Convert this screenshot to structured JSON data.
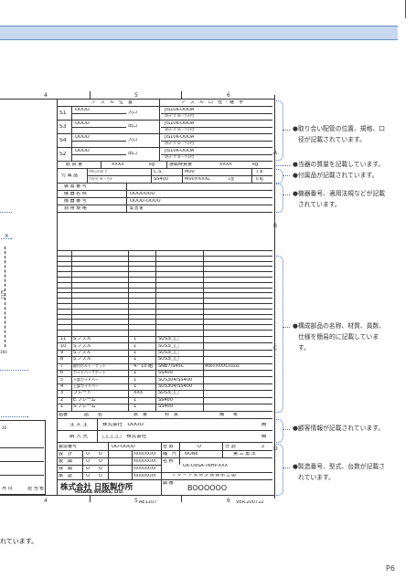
{
  "zones": {
    "col4": "4",
    "col5": "5",
    "col6": "6",
    "rowA": "A",
    "rowB": "B",
    "rowC": "C",
    "rowD": "D",
    "bot4": "4",
    "bot5": "5",
    "bot6": "6"
  },
  "nozzle": {
    "head_pos": "ノ　ズ　ル　位　置",
    "head_spec": "ノ　ズ　ル　口　径 ・ 継　手",
    "rows": [
      {
        "id": "S1",
        "a": "OOOO",
        "b": "入口",
        "c": "JIS10K-OOOA",
        "d": "ｽﾀｯﾄﾞﾎﾞﾙﾄ・ﾅｯﾄ付"
      },
      {
        "id": "S3",
        "a": "OOOO",
        "b": "出口",
        "c": "JIS10K-OOOA",
        "d": "ｽﾀｯﾄﾞﾎﾞﾙﾄ・ﾅｯﾄ付"
      },
      {
        "id": "S4",
        "a": "OOOO",
        "b": "入口",
        "c": "JIS10K-OOOA",
        "d": "ｽﾀｯﾄﾞﾎﾞﾙﾄ・ﾅｯﾄ付"
      },
      {
        "id": "S2",
        "a": "OOOO",
        "b": "出口",
        "c": "JIS10K-OOOA",
        "d": "ｽﾀｯﾄﾞﾎﾞﾙﾄ・ﾅｯﾄ付"
      }
    ]
  },
  "weight": {
    "l1": "総 質 量",
    "v1": "XXXX",
    "u1": "kg",
    "l2": "運転時質量",
    "v2": "XXXX",
    "u2": "kg"
  },
  "accessory": {
    "label": "付 属 品",
    "r1a": "ﾗｳﾁｪｯﾄｽﾊﾟﾅ",
    "r1b": "C.S.",
    "r1c": "M00",
    "r1d": "1 本",
    "r2a": "ｱﾝｶｰﾎﾞﾙﾄ・ﾅｯﾄ",
    "r2b": "SS400",
    "r2c": "M00×XXXL",
    "r2d": "L型",
    "r2e": "0 組"
  },
  "equipment": {
    "r1": "装 置 番 号",
    "r2": "機 器 名 称",
    "r2v": "OOOOOOO",
    "r3": "機 器 番 号",
    "r3v": "OOOO-OOOO",
    "r4": "適 用 規 格",
    "r4v": "製 造 者"
  },
  "parts": [
    {
      "no": "11",
      "name": "S.ノズル",
      "qty": "1",
      "mat": "SUS3□□"
    },
    {
      "no": "10",
      "name": "S.ノズル",
      "qty": "1",
      "mat": "SUS3□□"
    },
    {
      "no": "9",
      "name": "S.ノズル",
      "qty": "1",
      "mat": "SUS3□□"
    },
    {
      "no": "8",
      "name": "S.ノズル",
      "qty": "1",
      "mat": "SUS3□□"
    },
    {
      "no": "7",
      "name": "締付ボルト・ナット",
      "qty": "4／10 組",
      "mat": "SNB7/S45C",
      "rem": "M00×XXXXL/xxxxL"
    },
    {
      "no": "6",
      "name": "ガイドバーサポート",
      "qty": "1",
      "mat": "SS400"
    },
    {
      "no": "5",
      "name": "下部ガイドバー",
      "qty": "1",
      "mat": "SUS304/SS400"
    },
    {
      "no": "4",
      "name": "上部ガイドバー",
      "qty": "1",
      "mat": "SUS304/SS400"
    },
    {
      "no": "3",
      "name": "プレート",
      "qty": "XXX",
      "mat": "SUS3□□"
    },
    {
      "no": "2",
      "name": "E.フレーム",
      "qty": "1",
      "mat": "SS400"
    },
    {
      "no": "1",
      "name": "S.フレーム",
      "qty": "1",
      "mat": "SS400"
    }
  ],
  "partshead": {
    "no": "品番",
    "name": "品　　名",
    "qty": "数　量",
    "mat": "材　質",
    "rem": "備　　考"
  },
  "order": {
    "l1": "注 文 主",
    "v1": "株式会社　OOOO",
    "s1": "殿",
    "l2": "納 入 先",
    "v2": "□□□□　株式会社",
    "s2": "殿"
  },
  "title": {
    "l_no": "製造番号",
    "v_no": "OO-OOOO",
    "l_cnt": "台 数",
    "v_cnt": "O",
    "l_div": "分 割",
    "v_div": "2",
    "r_design": "設　計",
    "r_draw": "製　図",
    "r_check": "検　図",
    "r_appr": "承　認",
    "circ": "O　　O",
    "date": "XXXX/XX/XX",
    "l_scale": "縮　尺",
    "v_scale": "NONE",
    "angle": "第 三 角 法",
    "l_name": "名 称",
    "v_model": "OX-O9SA-TNHP-XXX",
    "v_name": "プ レ ー ト 式 熱 交 換 器 組 立 図",
    "l_dwg": "図 番",
    "v_dwg": "BOOOOOO",
    "company_jp": "株式会社 日阪製作所",
    "company_en": "HISAKA WORKS, LTD."
  },
  "misc": {
    "ae": "AE1107",
    "ver": "VER.200712",
    "leftdate": "月 日",
    "leftsign": "担 当 者",
    "dim": "2175",
    "dim2": "160",
    "dim3": "30",
    "circle": "⑤"
  },
  "annotations": {
    "a1": "●取り合い配管の位置、規格、口",
    "a1b": "径が記載されています。",
    "a2": "●当器の質量を記載しています。",
    "a3": "●付属品が記載されています。",
    "a4": "●機器番号、適用法規などが記載",
    "a4b": "されています。",
    "a5": "●構成部品の名称、材質、員数、",
    "a5b": "仕様を簡易的に記載していま",
    "a5c": "す。",
    "a6": "●顧客情報が記載されています。",
    "a7": "●製造番号、型式、台数が記載さ",
    "a7b": "れています。"
  },
  "footer": {
    "text": "れています。",
    "page": "P6"
  }
}
